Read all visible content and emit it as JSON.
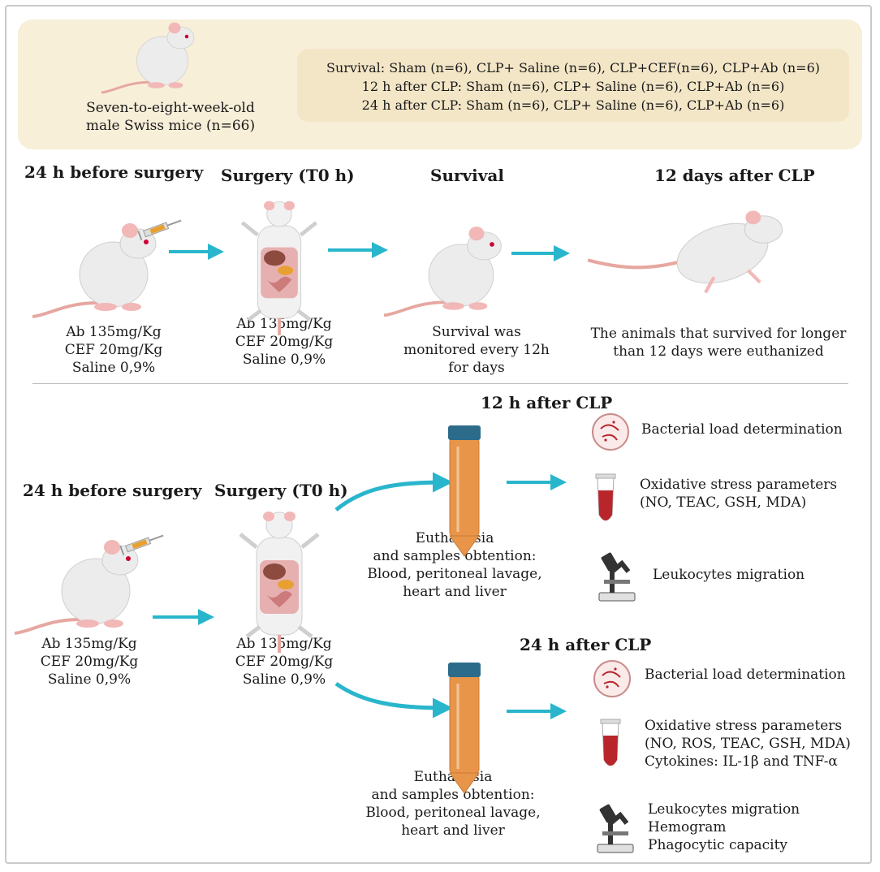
{
  "header": {
    "mice_description": [
      "Seven-to-eight-week-old",
      "male Swiss mice (n=66)"
    ],
    "groups": [
      "Survival: Sham (n=6), CLP+ Saline (n=6), CLP+CEF(n=6), CLP+Ab (n=6)",
      "12 h after CLP: Sham (n=6), CLP+ Saline (n=6), CLP+Ab (n=6)",
      "24 h after CLP: Sham (n=6), CLP+ Saline (n=6),  CLP+Ab (n=6)"
    ]
  },
  "survival_protocol": {
    "step1_title": "24 h before surgery",
    "step1_doses": [
      "Ab 135mg/Kg",
      "CEF 20mg/Kg",
      "Saline 0,9%"
    ],
    "step2_title": "Surgery (T0 h)",
    "step2_doses": [
      "Ab 135mg/Kg",
      "CEF 20mg/Kg",
      "Saline 0,9%"
    ],
    "step3_title": "Survival",
    "step3_text": [
      "Survival was",
      "monitored every 12h",
      "for days"
    ],
    "step4_title": "12 days after CLP",
    "step4_text": [
      "The animals that survived for longer",
      "than 12 days were euthanized"
    ]
  },
  "analysis_protocol": {
    "step1_title": "24 h before surgery",
    "step1_doses": [
      "Ab 135mg/Kg",
      "CEF 20mg/Kg",
      "Saline 0,9%"
    ],
    "step2_title": "Surgery (T0 h)",
    "step2_doses": [
      "Ab 135mg/Kg",
      "CEF 20mg/Kg",
      "Saline 0,9%"
    ],
    "branch12": {
      "title": "12 h after CLP",
      "euthanasia": [
        "Euthanasia",
        "and samples obtention:",
        "Blood, peritoneal lavage,",
        "heart and liver"
      ],
      "bacterial": "Bacterial load determination",
      "oxidative": [
        "Oxidative stress parameters",
        "(NO, TEAC, GSH, MDA)"
      ],
      "leukocytes": "Leukocytes migration"
    },
    "branch24": {
      "title": "24 h after CLP",
      "euthanasia": [
        "Euthanasia",
        "and samples obtention:",
        "Blood, peritoneal lavage,",
        "heart and liver"
      ],
      "bacterial": "Bacterial load determination",
      "oxidative": [
        "Oxidative stress parameters",
        "(NO, ROS, TEAC, GSH, MDA)",
        "Cytokines: IL-1β and TNF-α"
      ],
      "leukocytes": [
        "Leukocytes migration",
        "Hemogram",
        "Phagocytic capacity"
      ]
    }
  },
  "colors": {
    "arrow": "#29b6cc",
    "panel": "#f8efd9",
    "mouse_body": "#ececec",
    "mouse_ear": "#f2b7b7",
    "tail": "#e6a7a0",
    "tube": "#e8954a",
    "cap": "#2d6b8a",
    "blood": "#b8262b"
  }
}
